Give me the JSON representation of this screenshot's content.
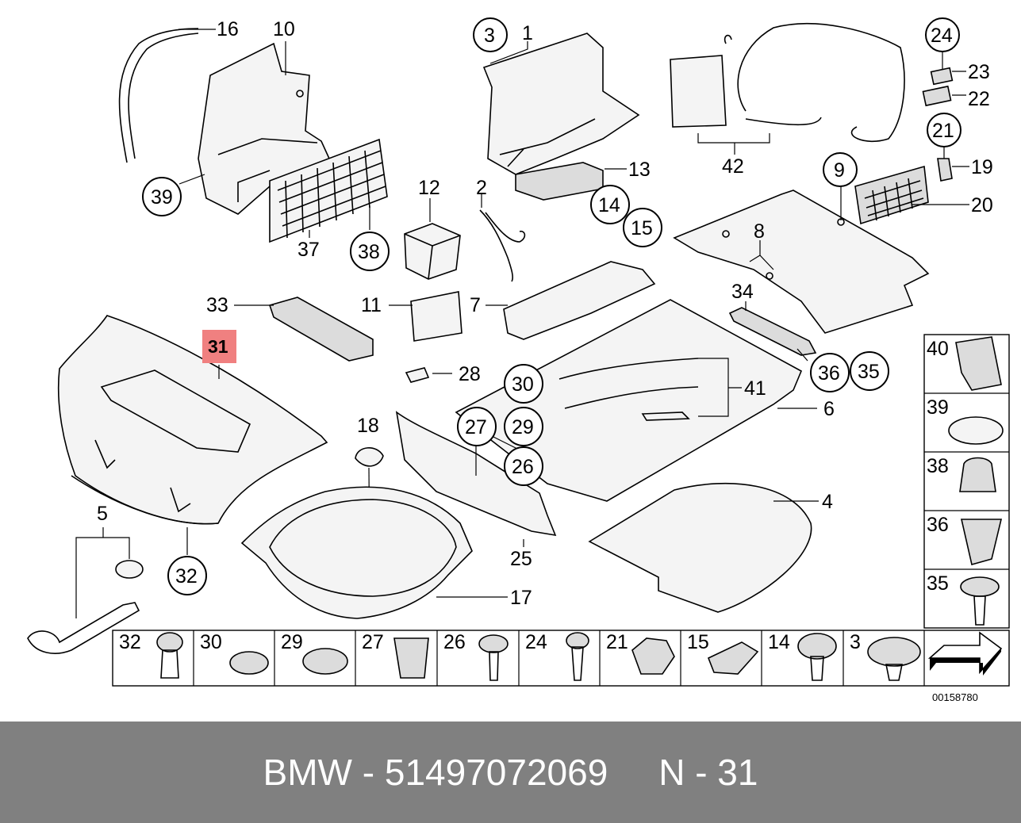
{
  "diagram": {
    "highlight_color": "#f08080",
    "reference_number": "00158780",
    "labels": {
      "p1": "1",
      "p2": "2",
      "p3": "3",
      "p4": "4",
      "p5": "5",
      "p6": "6",
      "p7": "7",
      "p8": "8",
      "p9": "9",
      "p10": "10",
      "p11": "11",
      "p12": "12",
      "p13": "13",
      "p14": "14",
      "p15": "15",
      "p16": "16",
      "p17": "17",
      "p18": "18",
      "p19": "19",
      "p20": "20",
      "p21": "21",
      "p22": "22",
      "p23": "23",
      "p24": "24",
      "p25": "25",
      "p26": "26",
      "p27": "27",
      "p28": "28",
      "p29": "29",
      "p30": "30",
      "p31": "31",
      "p32": "32",
      "p33": "33",
      "p34": "34",
      "p35": "35",
      "p36": "36",
      "p37": "37",
      "p38": "38",
      "p39": "39",
      "p40": "40",
      "p41": "41",
      "p42": "42"
    },
    "bottom_strip": [
      "32",
      "30",
      "29",
      "27",
      "26",
      "24",
      "21",
      "15",
      "14",
      "3"
    ],
    "side_strip": [
      "40",
      "39",
      "38",
      "36",
      "35"
    ]
  },
  "footer": {
    "brand": "BMW",
    "part_number": "51497072069",
    "position": "N - 31",
    "background": "#808080"
  }
}
